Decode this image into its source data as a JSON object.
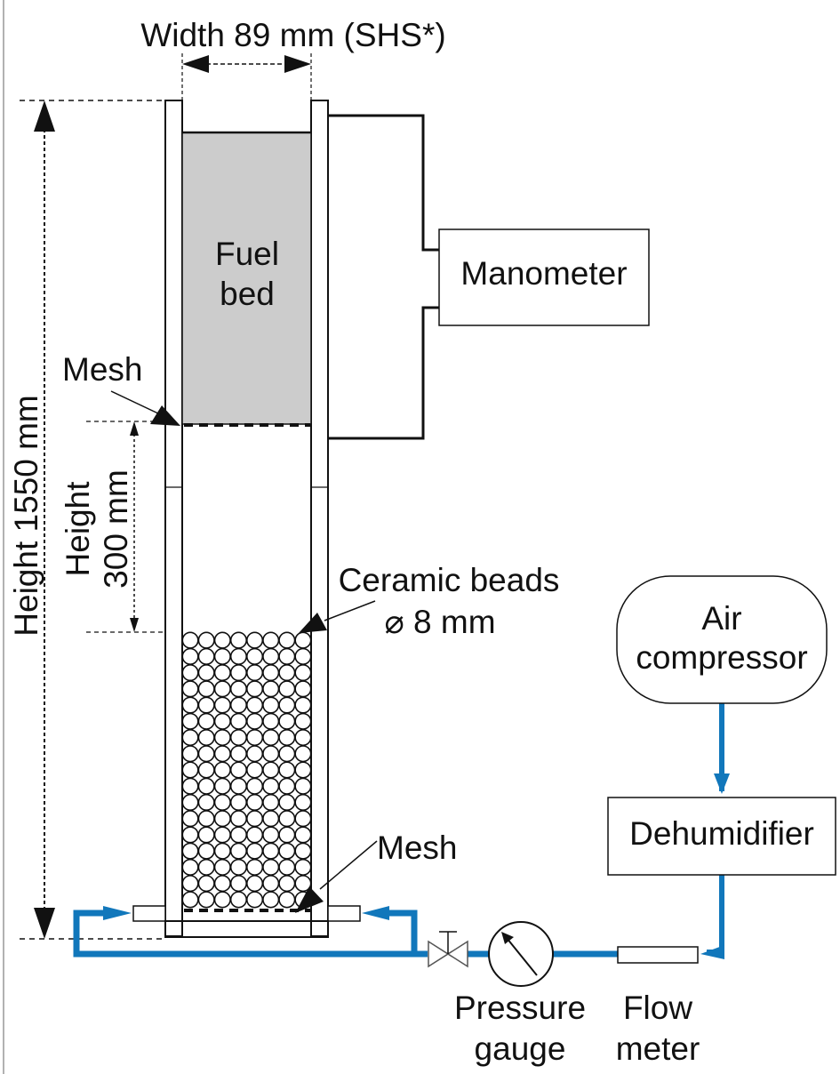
{
  "labels": {
    "width": "Width 89 mm (SHS*)",
    "height_total": "Height 1550 mm",
    "height_sub_line1": "Height",
    "height_sub_line2": "300 mm",
    "fuel_bed_line1": "Fuel",
    "fuel_bed_line2": "bed",
    "mesh_top": "Mesh",
    "mesh_bottom": "Mesh",
    "ceramic_line1": "Ceramic beads",
    "ceramic_line2": "⌀ 8 mm",
    "manometer": "Manometer",
    "air_compressor_line1": "Air",
    "air_compressor_line2": "compressor",
    "dehumidifier": "Dehumidifier",
    "pressure_gauge_line1": "Pressure",
    "pressure_gauge_line2": "gauge",
    "flow_meter_line1": "Flow",
    "flow_meter_line2": "meter"
  },
  "colors": {
    "air_line": "#1177bb",
    "fuel_bed_fill": "#cccccc",
    "outline": "#111111"
  },
  "beads": {
    "columns": 8,
    "rows": 17
  }
}
